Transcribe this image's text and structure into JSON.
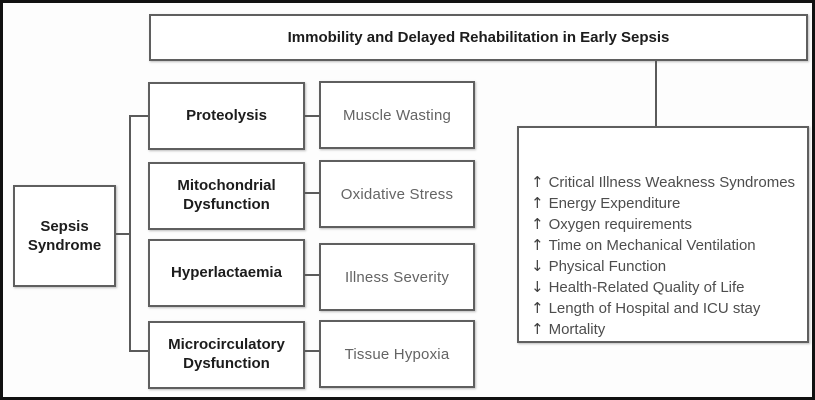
{
  "title": "Immobility and Delayed Rehabilitation in Early Sepsis",
  "source": {
    "label": "Sepsis Syndrome"
  },
  "pathways": [
    {
      "cause": "Proteolysis",
      "effect": "Muscle Wasting"
    },
    {
      "cause": "Mitochondrial Dysfunction",
      "effect": "Oxidative Stress"
    },
    {
      "cause": "Hyperlactaemia",
      "effect": "Illness Severity"
    },
    {
      "cause": "Microcirculatory Dysfunction",
      "effect": "Tissue Hypoxia"
    }
  ],
  "outcomes": {
    "items": [
      {
        "arrow": "↑",
        "label": "Critical Illness Weakness Syndromes"
      },
      {
        "arrow": "↑",
        "label": "Energy Expenditure"
      },
      {
        "arrow": "↑",
        "label": "Oxygen requirements"
      },
      {
        "arrow": "↑",
        "label": "Time on Mechanical Ventilation"
      },
      {
        "arrow": "↓",
        "label": "Physical Function"
      },
      {
        "arrow": "↓",
        "label": "Health-Related Quality of Life"
      },
      {
        "arrow": "↑",
        "label": "Length of Hospital and ICU stay"
      },
      {
        "arrow": "↑",
        "label": "Mortality"
      }
    ]
  },
  "colors": {
    "box_border": "#5f5f5f",
    "outer_border": "#111111",
    "primary_text": "#1c1c1c",
    "secondary_text": "#646464",
    "outcome_text": "#4d4d4d"
  }
}
